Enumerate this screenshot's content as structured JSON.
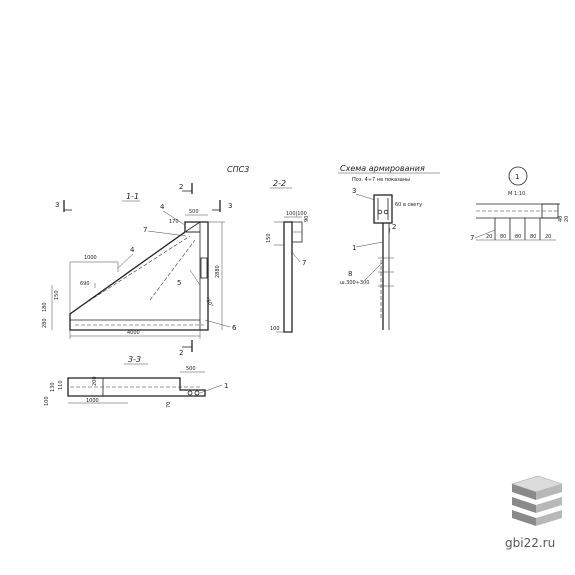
{
  "titles": {
    "series": "СПС3",
    "section_1_1": "1-1",
    "section_2_2": "2-2",
    "section_3_3": "3-3",
    "scheme": "Схема армирования",
    "scheme_note": "Поз. 4÷7 не показаны",
    "detail_number": "1",
    "detail_scale": "М 1:10"
  },
  "section_marks": {
    "m3_left": "3",
    "m3_right": "3",
    "m2_top": "2",
    "m2_bottom": "2"
  },
  "positions": {
    "p1_detail": "1",
    "p2_scheme": "2",
    "p3_scheme": "3",
    "p4_top": "4",
    "p4_slope": "4",
    "p5": "5",
    "p6": "6",
    "p7_main": "7",
    "p7_section": "7",
    "p7_detail": "7",
    "p8_scheme": "8",
    "p1_plan": "1"
  },
  "dims_1_1": {
    "top_500": "500",
    "top_170": "170",
    "left_1000": "1000",
    "left_690": "690",
    "height_2880": "2880",
    "bottom_4000": "4000",
    "v_150": "150",
    "v_180": "180",
    "v_280": "280",
    "angle": "*30°"
  },
  "dims_2_2": {
    "top": "100|100",
    "d_90": "90",
    "d_150": "150",
    "bottom_100": "100"
  },
  "scheme_labels": {
    "clear_span": "60 в свету",
    "step": "ш.300÷300"
  },
  "dims_3_3": {
    "d_130": "130",
    "d_200": "200",
    "d_110": "110",
    "d_100": "100",
    "d_1000": "1000",
    "d_500": "500",
    "d_70": "70"
  },
  "dims_detail": {
    "d1": "20",
    "d2": "80",
    "d3": "80",
    "d4": "80",
    "d5": "20",
    "v_40": "40",
    "v_20": "20"
  },
  "logo": {
    "site": "gbi22.ru"
  }
}
